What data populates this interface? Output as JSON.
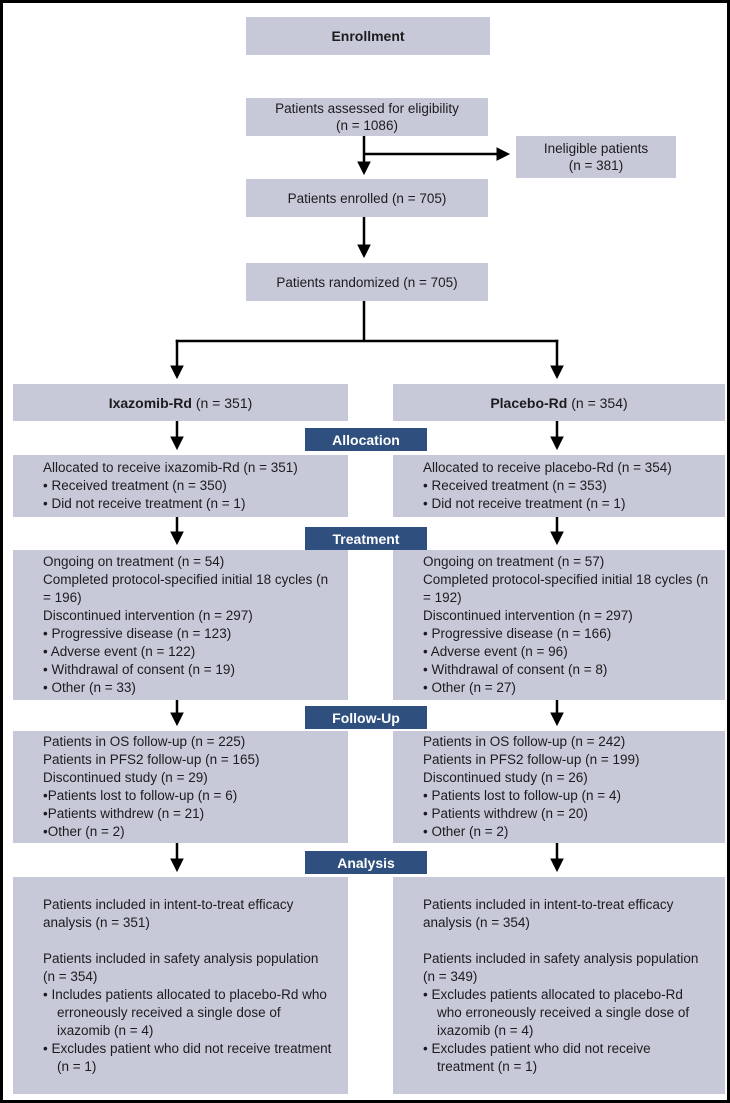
{
  "colors": {
    "box_fill": "#c7c8d8",
    "banner_fill": "#2f4f7f",
    "banner_text": "#ffffff",
    "text": "#1c1c1e",
    "arrow": "#000000",
    "frame": "#000000"
  },
  "top_flow": {
    "enrollment_title": "Enrollment",
    "assessed_line1": "Patients assessed for eligibility",
    "assessed_line2": "(n = 1086)",
    "ineligible_line1": "Ineligible patients",
    "ineligible_line2": "(n = 381)",
    "enrolled": "Patients enrolled (n = 705)",
    "randomized": "Patients randomized (n = 705)"
  },
  "banners": {
    "allocation": "Allocation",
    "treatment": "Treatment",
    "follow_up": "Follow-Up",
    "analysis": "Analysis"
  },
  "left_arm": {
    "header_bold": "Ixazomib-Rd",
    "header_rest": " (n = 351)",
    "sections": {
      "allocation": [
        "Allocated to receive ixazomib-Rd (n = 351)",
        "• Received treatment (n = 350)",
        "• Did not receive treatment (n = 1)"
      ],
      "treatment": [
        "Ongoing on treatment (n = 54)",
        "Completed protocol-specified initial 18 cycles (n = 196)",
        "Discontinued intervention (n = 297)",
        "• Progressive disease (n = 123)",
        "• Adverse event (n = 122)",
        "• Withdrawal of consent (n = 19)",
        "• Other (n = 33)"
      ],
      "follow_up": [
        "Patients in OS follow-up (n = 225)",
        "Patients in PFS2 follow-up (n = 165)",
        "Discontinued study (n = 29)",
        "•Patients lost to follow-up (n = 6)",
        "•Patients withdrew (n = 21)",
        "•Other (n = 2)"
      ],
      "analysis": [
        "Patients included in intent-to-treat efficacy analysis (n = 351)",
        "",
        "Patients included in safety analysis population (n = 354)",
        "• Includes patients allocated to placebo-Rd who erroneously received a single dose of ixazomib (n = 4)",
        "• Excludes patient who did not receive treatment (n = 1)"
      ]
    }
  },
  "right_arm": {
    "header_bold": "Placebo-Rd",
    "header_rest": " (n = 354)",
    "sections": {
      "allocation": [
        "Allocated to receive placebo-Rd (n = 354)",
        "• Received treatment (n = 353)",
        "• Did not receive treatment (n = 1)"
      ],
      "treatment": [
        "Ongoing on treatment (n = 57)",
        "Completed protocol-specified initial 18 cycles (n = 192)",
        "Discontinued intervention (n = 297)",
        "• Progressive disease (n = 166)",
        "• Adverse event (n = 96)",
        "• Withdrawal of consent (n = 8)",
        "• Other (n = 27)"
      ],
      "follow_up": [
        "Patients in OS follow-up (n = 242)",
        "Patients in PFS2 follow-up (n = 199)",
        "Discontinued study (n = 26)",
        "• Patients lost to follow-up (n = 4)",
        "• Patients withdrew (n = 20)",
        "• Other (n = 2)"
      ],
      "analysis": [
        "Patients included in intent-to-treat efficacy analysis (n = 354)",
        "",
        "Patients included in safety analysis population (n = 349)",
        "• Excludes patients allocated to placebo-Rd who erroneously received a single dose of ixazomib (n = 4)",
        "• Excludes patient who did not receive treatment (n = 1)"
      ]
    }
  }
}
